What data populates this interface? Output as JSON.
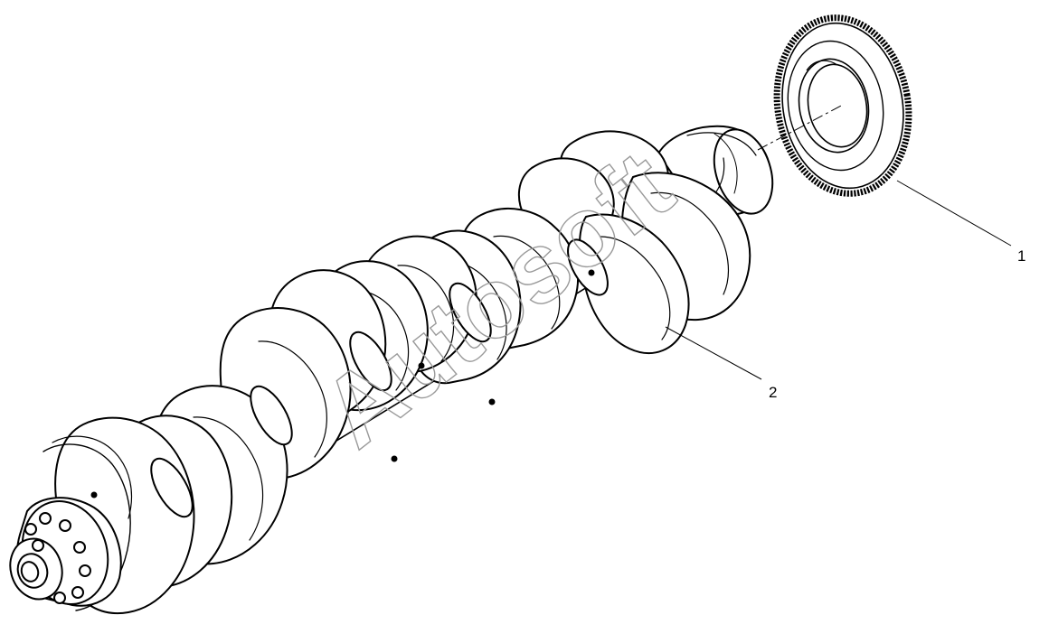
{
  "diagram": {
    "kind": "exploded-parts-view",
    "line_color": "#000000",
    "background": "#ffffff",
    "parts": [
      {
        "id": "gear",
        "callout": "1"
      },
      {
        "id": "crankshaft",
        "callout": "2"
      }
    ],
    "watermark": {
      "text": "Autosoft",
      "color": "#9a9a9a"
    }
  }
}
